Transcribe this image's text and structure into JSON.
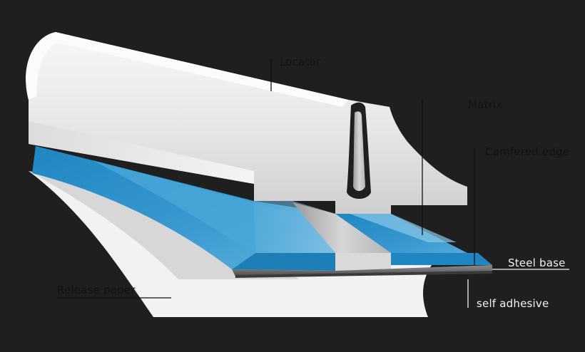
{
  "labels": {
    "locator": "Locator",
    "matrix": "Matrix",
    "camfered_edge": "Camfered edge",
    "steel_base": "Steel base",
    "self_adhesive": "self adhesive",
    "release_paper": "Release paper"
  },
  "colors": {
    "background": "#1f1f1f",
    "matrix_blue": "#2a8fc6",
    "matrix_blue_light": "#7ec2e6",
    "white_profile": "#e9e9e9",
    "steel": "#6f6f6f",
    "leader_lines": "#111111"
  }
}
